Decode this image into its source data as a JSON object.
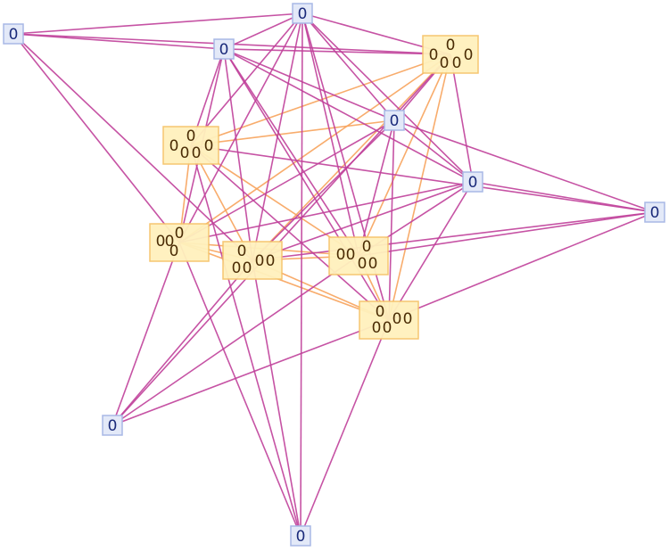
{
  "graph": {
    "title": "",
    "colors": {
      "edge_primary": "#c0409a",
      "edge_secondary": "#f7a35c",
      "small_fill": "#e3e9f8",
      "small_stroke": "#a8b8e6",
      "group_fill": "#fff1bd",
      "group_stroke": "#f5c46a"
    },
    "nodes": [
      {
        "id": "a",
        "kind": "small",
        "label": "0"
      },
      {
        "id": "b",
        "kind": "small",
        "label": "0"
      },
      {
        "id": "c",
        "kind": "small",
        "label": "0"
      },
      {
        "id": "d",
        "kind": "small",
        "label": "0"
      },
      {
        "id": "e",
        "kind": "small",
        "label": "0"
      },
      {
        "id": "f",
        "kind": "small",
        "label": "0"
      },
      {
        "id": "g",
        "kind": "small",
        "label": "0"
      },
      {
        "id": "h",
        "kind": "small",
        "label": "0"
      },
      {
        "id": "G1",
        "kind": "group",
        "labels": [
          "0",
          "0",
          "0",
          "0",
          "0"
        ]
      },
      {
        "id": "G2",
        "kind": "group",
        "labels": [
          "0",
          "0",
          "0",
          "0",
          "0"
        ]
      },
      {
        "id": "G3",
        "kind": "group",
        "labels": [
          "0",
          "0",
          "0",
          "0"
        ]
      },
      {
        "id": "G4",
        "kind": "group",
        "labels": [
          "0",
          "0",
          "0",
          "0",
          "0"
        ]
      },
      {
        "id": "G5",
        "kind": "group",
        "labels": [
          "0",
          "0",
          "0",
          "0",
          "0"
        ]
      },
      {
        "id": "G6",
        "kind": "group",
        "labels": [
          "0",
          "0",
          "0",
          "0",
          "0"
        ]
      }
    ],
    "edges_primary": [
      [
        "a",
        "c"
      ],
      [
        "a",
        "b"
      ],
      [
        "a",
        "G2"
      ],
      [
        "a",
        "G3"
      ],
      [
        "a",
        "G4"
      ],
      [
        "b",
        "c"
      ],
      [
        "b",
        "G1"
      ],
      [
        "b",
        "d"
      ],
      [
        "b",
        "e"
      ],
      [
        "b",
        "G2"
      ],
      [
        "b",
        "G3"
      ],
      [
        "b",
        "G4"
      ],
      [
        "b",
        "G5"
      ],
      [
        "b",
        "G6"
      ],
      [
        "b",
        "h"
      ],
      [
        "c",
        "G1"
      ],
      [
        "c",
        "d"
      ],
      [
        "c",
        "e"
      ],
      [
        "c",
        "G2"
      ],
      [
        "c",
        "G3"
      ],
      [
        "c",
        "G4"
      ],
      [
        "c",
        "G5"
      ],
      [
        "c",
        "G6"
      ],
      [
        "G1",
        "f"
      ],
      [
        "G1",
        "h"
      ],
      [
        "G1",
        "G6"
      ],
      [
        "d",
        "G2"
      ],
      [
        "d",
        "G3"
      ],
      [
        "d",
        "G4"
      ],
      [
        "d",
        "G5"
      ],
      [
        "d",
        "G6"
      ],
      [
        "d",
        "f"
      ],
      [
        "d",
        "e"
      ],
      [
        "e",
        "G2"
      ],
      [
        "e",
        "G3"
      ],
      [
        "e",
        "G4"
      ],
      [
        "e",
        "G5"
      ],
      [
        "e",
        "G6"
      ],
      [
        "e",
        "f"
      ],
      [
        "f",
        "G4"
      ],
      [
        "f",
        "G6"
      ],
      [
        "f",
        "G5"
      ],
      [
        "g",
        "G2"
      ],
      [
        "g",
        "G3"
      ],
      [
        "g",
        "G4"
      ],
      [
        "g",
        "G6"
      ],
      [
        "g",
        "G5"
      ],
      [
        "h",
        "G3"
      ],
      [
        "h",
        "G4"
      ],
      [
        "h",
        "G6"
      ]
    ],
    "edges_secondary": [
      [
        "G1",
        "G2"
      ],
      [
        "G1",
        "G3"
      ],
      [
        "G1",
        "G4"
      ],
      [
        "G1",
        "G5"
      ],
      [
        "G1",
        "d"
      ],
      [
        "G2",
        "G3"
      ],
      [
        "G2",
        "G4"
      ],
      [
        "G2",
        "G5"
      ],
      [
        "G2",
        "G6"
      ],
      [
        "G3",
        "G4"
      ],
      [
        "G3",
        "G5"
      ],
      [
        "G3",
        "G6"
      ],
      [
        "G4",
        "G5"
      ],
      [
        "G4",
        "G6"
      ],
      [
        "G5",
        "G6"
      ]
    ]
  }
}
